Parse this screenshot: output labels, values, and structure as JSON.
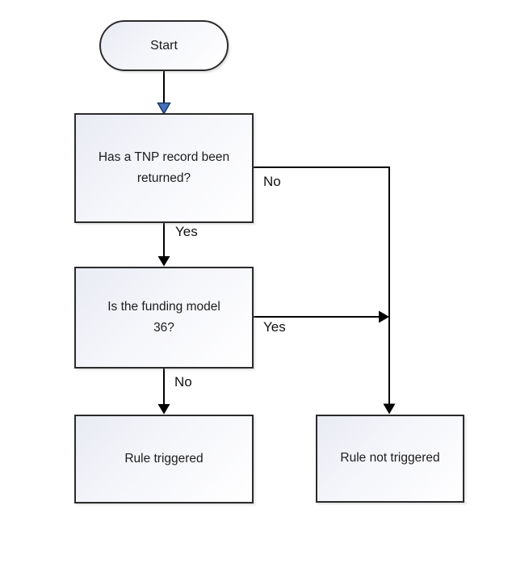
{
  "nodes": {
    "start": {
      "label": "Start"
    },
    "decision_tnp": {
      "label": "Has a TNP record been returned?"
    },
    "decision_funding": {
      "label": "Is the funding model 36?"
    },
    "rule_triggered": {
      "label": "Rule triggered"
    },
    "rule_not_triggered": {
      "label": "Rule not triggered"
    }
  },
  "edges": {
    "tnp_no": {
      "label": "No"
    },
    "tnp_yes": {
      "label": "Yes"
    },
    "funding_yes": {
      "label": "Yes"
    },
    "funding_no": {
      "label": "No"
    }
  },
  "colors": {
    "background": "#ffffff",
    "line": "#000000",
    "node_border": "#2b2b2b",
    "node_fill_top": "#e9ebf3",
    "node_fill_bottom": "#ffffff",
    "text": "#1c1c1c",
    "arrowhead_black": "#000000",
    "arrowhead_blue_fill": "#4472c4",
    "arrowhead_blue_stroke": "#17375e"
  }
}
